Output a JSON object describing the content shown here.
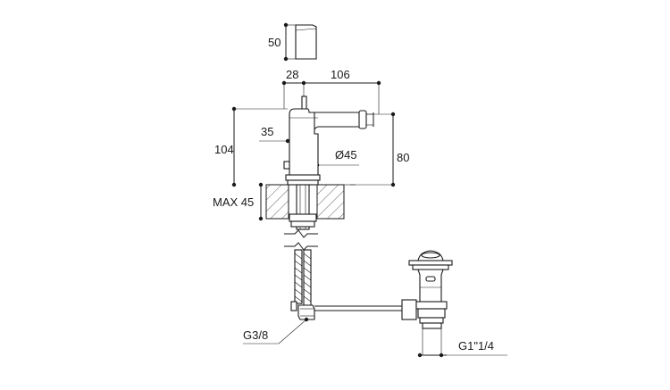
{
  "dimensions": {
    "handle_height": "50",
    "spout_offset": "28",
    "spout_reach": "106",
    "lever_height": "35",
    "body_height": "104",
    "body_diameter": "Ø45",
    "outlet_height": "80",
    "max_deck_thickness": "MAX 45",
    "supply_connection": "G3/8",
    "waste_connection": "G1\"1/4"
  }
}
